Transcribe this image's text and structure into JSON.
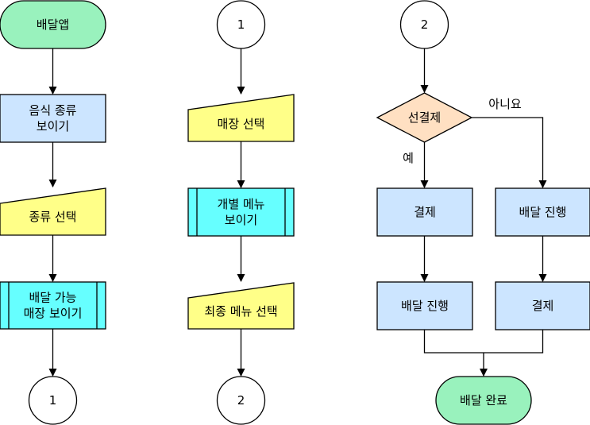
{
  "colors": {
    "terminator": "#99f2bd",
    "process": "#cce5ff",
    "input": "#ffff88",
    "subroutine": "#66ffff",
    "decision": "#ffe0c2",
    "connector": "#ffffff",
    "stroke": "#000000"
  },
  "column1": {
    "start": "배달앱",
    "show_food_types": "음식 종류\n보이기",
    "select_type": "종류 선택",
    "show_stores": "배달 가능\n매장 보이기",
    "connector_out": "1"
  },
  "column2": {
    "connector_in": "1",
    "select_store": "매장 선택",
    "show_menus": "개별 메뉴\n보이기",
    "select_final_menu": "최종 메뉴 선택",
    "connector_out": "2"
  },
  "column3": {
    "connector_in": "2",
    "decision": "선결제",
    "yes_label": "예",
    "no_label": "아니요",
    "yes_pay": "결제",
    "yes_deliver": "배달 진행",
    "no_deliver": "배달 진행",
    "no_pay": "결제",
    "end": "배달 완료"
  }
}
